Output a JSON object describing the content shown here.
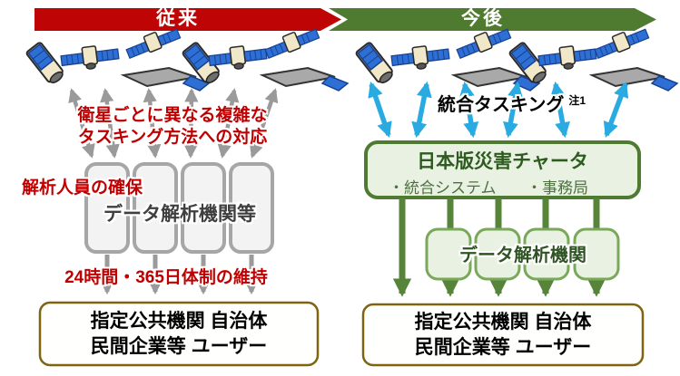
{
  "banners": {
    "conventional": "従来",
    "future": "今後"
  },
  "left_panel": {
    "problems": {
      "tasking_line1": "衛星ごとに異なる複雑な",
      "tasking_line2": "タスキング方法への対応",
      "personnel": "解析人員の確保",
      "operation": "24時間・365日体制の維持"
    },
    "analysis_org_label": "データ解析機関等",
    "analysis_org_box_count": 4,
    "satellite_count": 6,
    "user_box": {
      "line1": "指定公共機関 自治体",
      "line2": "民間企業等 ユーザー"
    }
  },
  "right_panel": {
    "tasking_label": "統合タスキング",
    "tasking_note": "注1",
    "charter_box": {
      "title": "日本版災害チャータ",
      "item_system": "・統合システム",
      "item_office": "・事務局"
    },
    "analysis_org_label": "データ解析機関",
    "analysis_org_box_count": 4,
    "satellite_count": 6,
    "user_box": {
      "line1": "指定公共機関 自治体",
      "line2": "民間企業等 ユーザー"
    }
  },
  "colors": {
    "banner_red": "#BE0404",
    "banner_green": "#4F7B31",
    "problem_text_red": "#C00000",
    "arrow_gray": "#9A9A9A",
    "arrow_blue": "#29ABE2",
    "arrow_green": "#568439",
    "gray_box_border": "#A6A6A6",
    "gray_box_fill": "#F3F3F3",
    "green_box_border": "#4E7B31",
    "green_box_fill": "#E9F2E2",
    "user_box_border": "#7E6310",
    "satellite_panel_blue": "#2E6FD6",
    "satellite_body_beige": "#F1E7C9"
  },
  "icons": {
    "satellite": "satellite-icon",
    "uplink": "double-arrow-icon",
    "downlink": "down-arrow-icon"
  }
}
